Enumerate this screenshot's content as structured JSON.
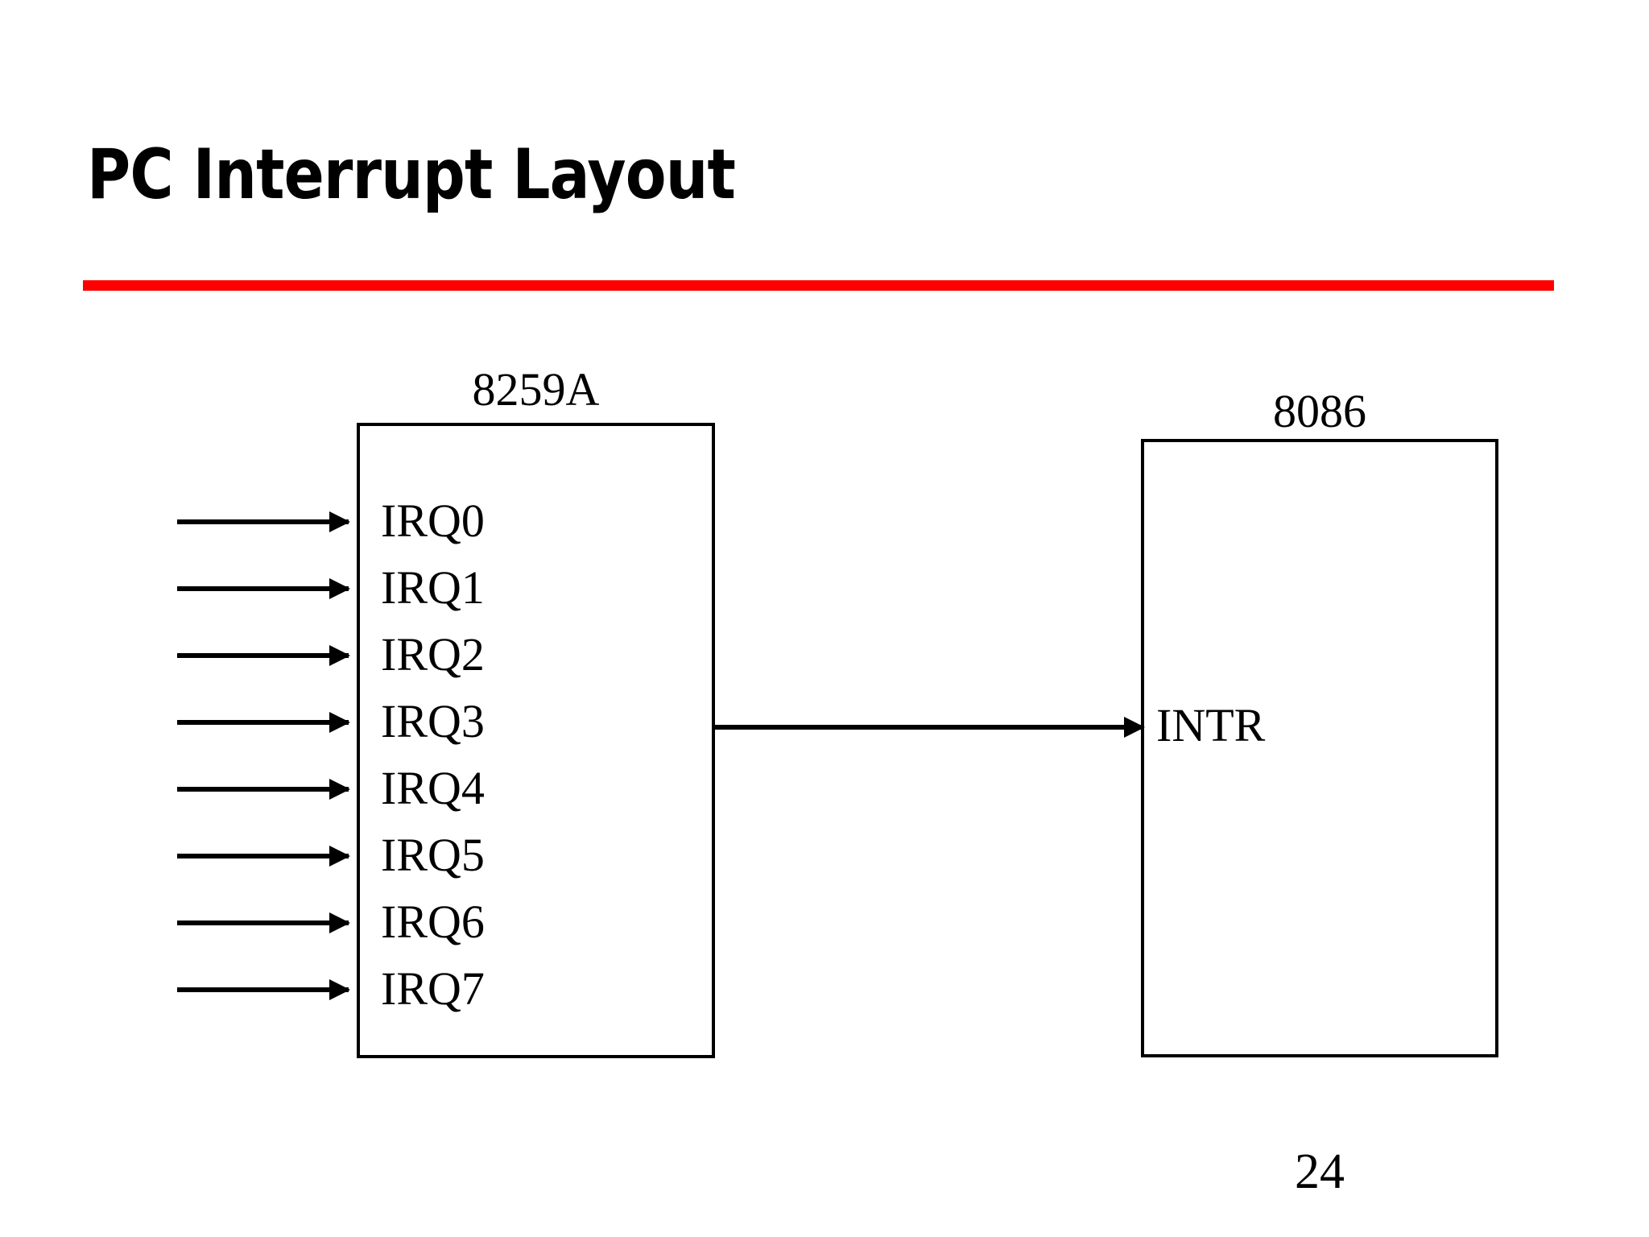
{
  "slide": {
    "title": "PC Interrupt Layout",
    "accent_color": "#FF0000",
    "page_number": "24"
  },
  "diagram": {
    "type": "block-diagram",
    "pic": {
      "label": "8259A",
      "ports": [
        {
          "name": "IRQ0",
          "label": "IRQ0"
        },
        {
          "name": "IRQ1",
          "label": "IRQ1"
        },
        {
          "name": "IRQ2",
          "label": "IRQ2"
        },
        {
          "name": "IRQ3",
          "label": "IRQ3"
        },
        {
          "name": "IRQ4",
          "label": "IRQ4"
        },
        {
          "name": "IRQ5",
          "label": "IRQ5"
        },
        {
          "name": "IRQ6",
          "label": "IRQ6"
        },
        {
          "name": "IRQ7",
          "label": "IRQ7"
        }
      ]
    },
    "cpu": {
      "label": "8086",
      "ports": [
        {
          "name": "INTR",
          "label": "INTR"
        }
      ]
    },
    "connections": [
      {
        "from": "external",
        "to": "8259A.IRQ0",
        "style": "arrow"
      },
      {
        "from": "external",
        "to": "8259A.IRQ1",
        "style": "arrow"
      },
      {
        "from": "external",
        "to": "8259A.IRQ2",
        "style": "arrow"
      },
      {
        "from": "external",
        "to": "8259A.IRQ3",
        "style": "arrow"
      },
      {
        "from": "external",
        "to": "8259A.IRQ4",
        "style": "arrow"
      },
      {
        "from": "external",
        "to": "8259A.IRQ5",
        "style": "arrow"
      },
      {
        "from": "external",
        "to": "8259A.IRQ6",
        "style": "arrow"
      },
      {
        "from": "external",
        "to": "8259A.IRQ7",
        "style": "arrow"
      },
      {
        "from": "8259A",
        "to": "8086.INTR",
        "style": "arrow"
      }
    ]
  }
}
